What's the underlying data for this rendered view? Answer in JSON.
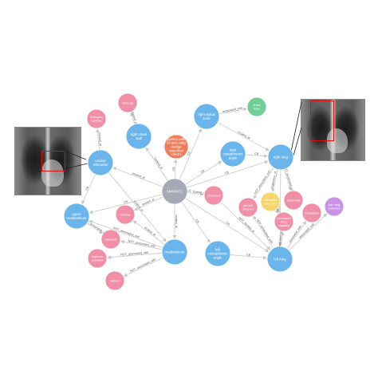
{
  "colors": {
    "anatomy_blue": "#6ab6ec",
    "finding_pink": "#f08fa7",
    "study_gray": "#a6aab6",
    "device_green": "#6fcf97",
    "disease_yellow": "#f6d56a",
    "procedure_orange": "#f27b5a",
    "purple": "#c993ea",
    "edge_gray": "#c8c8c8",
    "highlight_red": "#e01010"
  },
  "nodes": {
    "study": "58400372",
    "cardiac_silhouette": "cardiac silhouette",
    "upper_mediastinum": "upper mediastinum",
    "mediastinum": "mediastinum",
    "right_chest_wall": "right chest wall",
    "right_apical_zone": "right apical zone",
    "right_costophrenic_angle": "right costophrenic angle",
    "right_lung": "right lung",
    "left_lung": "left lung",
    "left_costophrenic_angle": "left costophrenic angle",
    "enlarged_cardiac": "enlarged cardiac",
    "subcuta": "subcuta",
    "patient_with_lvl_and_cabg": "patient with lvl and cabg wedge resection chest t",
    "chest_tube": "chest tube",
    "pneumothorax": "pneumot",
    "normal": "normal",
    "mediastinal": "mediasti",
    "superior_mediastinal": "superior mediast",
    "widening": "wideni",
    "pleural_effusion": "pleural effusion",
    "interstitial_lung_dis": "interstitial lung dis",
    "atelectasis": "atelectasi",
    "increased_lung_capacity": "increased lung capacity",
    "increased": "increased",
    "low_lung_volumes": "low lung volumes"
  },
  "edges": {
    "located_at": "located_at",
    "not_associated_with": "NOT_associated_with",
    "associated_with": "associated_with",
    "not_located_at": "NOT_located_at",
    "cb": "CB",
    "suggestive_of": "suggestive_of"
  }
}
